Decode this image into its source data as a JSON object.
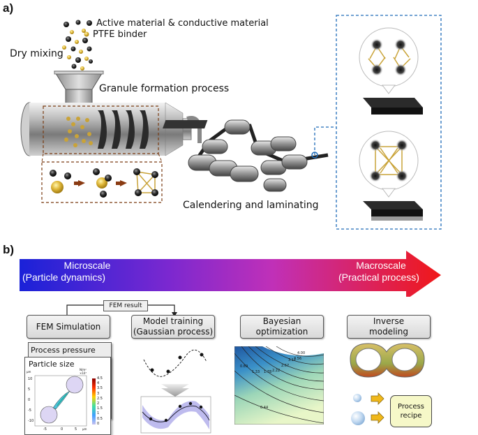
{
  "panel_a": {
    "label": "a)",
    "legend_active": "Active material & conductive material",
    "legend_binder": "PTFE binder",
    "dry_mixing": "Dry mixing",
    "granule_formation": "Granule formation process",
    "calendering": "Calendering and laminating"
  },
  "panel_b": {
    "label": "b)",
    "arrow_left_line1": "Microscale",
    "arrow_left_line2": "(Particle dynamics)",
    "arrow_right_line1": "Macroscale",
    "arrow_right_line2": "(Practical process)",
    "fem_result": "FEM result",
    "steps": [
      {
        "line1": "FEM Simulation",
        "line2": ""
      },
      {
        "line1": "Model training",
        "line2": "(Gaussian process)"
      },
      {
        "line1": "Bayesian",
        "line2": "optimization"
      },
      {
        "line1": "Inverse",
        "line2": "modeling"
      }
    ],
    "card_back": "Process pressure",
    "card_front": "Particle size",
    "colorbar_unit": "N/m²",
    "colorbar_exp": "×10⁷",
    "colorbar_ticks": [
      "4.5",
      "4",
      "3.5",
      "3",
      "2.5",
      "2",
      "1.5",
      "1",
      "0.5",
      "0"
    ],
    "axis_unit": "µm",
    "y_ticks": [
      "10",
      "5",
      "0",
      "-5",
      "-10"
    ],
    "x_ticks": [
      "-5",
      "0",
      "5"
    ],
    "contour_labels": [
      "0.89",
      "1.33",
      "1.78",
      "2.22",
      "2.67",
      "3.11",
      "3.56",
      "4.00",
      "0.44"
    ],
    "process_recipe_line1": "Process",
    "process_recipe_line2": "recipe"
  }
}
